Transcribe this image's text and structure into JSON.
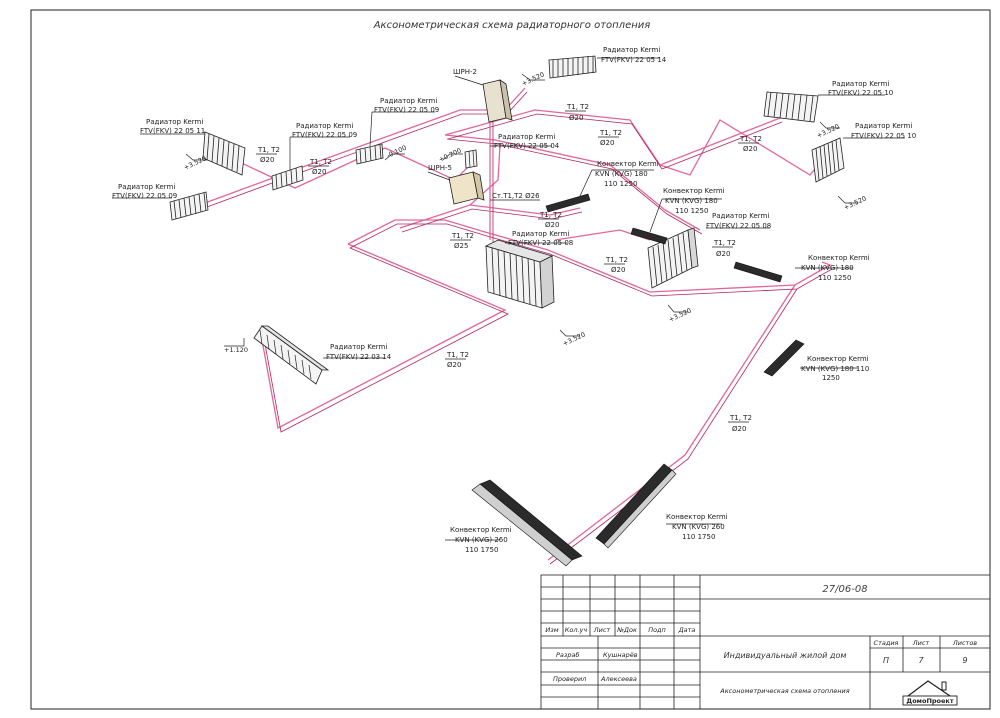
{
  "drawing_title": "Аксонометрическая схема радиаторного отопления",
  "colors": {
    "pipe_supply": "#e2669a",
    "pipe_return": "#b1245f",
    "line": "#222222"
  },
  "cabinets": {
    "shrn2": "ШРН-2",
    "shrn5": "ШРН-5"
  },
  "radiators": [
    {
      "line1": "Радиатор Kermi",
      "line2": "FTV(FKV) 22 05 14"
    },
    {
      "line1": "Радиатор Kermi",
      "line2": "FTV(FKV) 22 05 10"
    },
    {
      "line1": "Радиатор Kermi",
      "line2": "FTV(FKV) 22 05 10"
    },
    {
      "line1": "Радиатор Kermi",
      "line2": "FTV(FKV) 22 05 11"
    },
    {
      "line1": "Радиатор Kermi",
      "line2": "FTV(FKV) 22 05 09"
    },
    {
      "line1": "Радиатор Kermi",
      "line2": "FTV(FKV) 22 05 09"
    },
    {
      "line1": "Радиатор Kermi",
      "line2": "FTV(FKV) 22 05 09"
    },
    {
      "line1": "Радиатор Kermi",
      "line2": "FTV(FKV) 22 05 04"
    },
    {
      "line1": "Радиатор Kermi",
      "line2": "FTV(FKV) 22 05 08"
    },
    {
      "line1": "Радиатор Kermi",
      "line2": "FTV(FKV) 22 05 08"
    },
    {
      "line1": "Радиатор Kermi",
      "line2": "FTV(FKV) 22 03 14"
    }
  ],
  "convectors": [
    {
      "line1": "Конвектор Kermi",
      "line2": "KVN (KVG) 180",
      "line3": "110 1250"
    },
    {
      "line1": "Конвектор Kermi",
      "line2": "KVN (KVG) 180",
      "line3": "110 1250"
    },
    {
      "line1": "Конвектор Kermi",
      "line2": "KVN (KVG) 180",
      "line3": "110 1250"
    },
    {
      "line1": "Конвектор Kermi",
      "line2": "KVN (KVG) 180 110",
      "line3": "1250"
    },
    {
      "line1": "Конвектор Kermi",
      "line2": "KVN (KVG) 260",
      "line3": "110 1750"
    },
    {
      "line1": "Конвектор Kermi",
      "line2": "KVN (KVG) 260",
      "line3": "110 1750"
    }
  ],
  "pipe_labels": {
    "t1t2": "Т1, Т2",
    "d20": "Ø20",
    "d25": "Ø25",
    "riser": "Ст.Т1,Т2  Ø26"
  },
  "elevations": {
    "e3520": "+3.520",
    "e0200": "+0.200",
    "e0100": "-0.100",
    "e1120": "+1.120"
  },
  "title_block": {
    "code": "27/06-08",
    "project": "Индивидуальный жилой дом",
    "sheet_title": "Аксонометрическая схема отопления",
    "headers": [
      "Изм",
      "Кол.уч",
      "Лист",
      "№Док",
      "Подп",
      "Дата"
    ],
    "roles": [
      {
        "role": "Разраб",
        "name": "Кушнарёв"
      },
      {
        "role": "Проверил",
        "name": "Алексеева"
      }
    ],
    "stage_label": "Стадия",
    "sheet_label": "Лист",
    "sheets_label": "Листов",
    "stage": "П",
    "sheet": "7",
    "sheets": "9",
    "logo_text": "ДомоПроект"
  }
}
